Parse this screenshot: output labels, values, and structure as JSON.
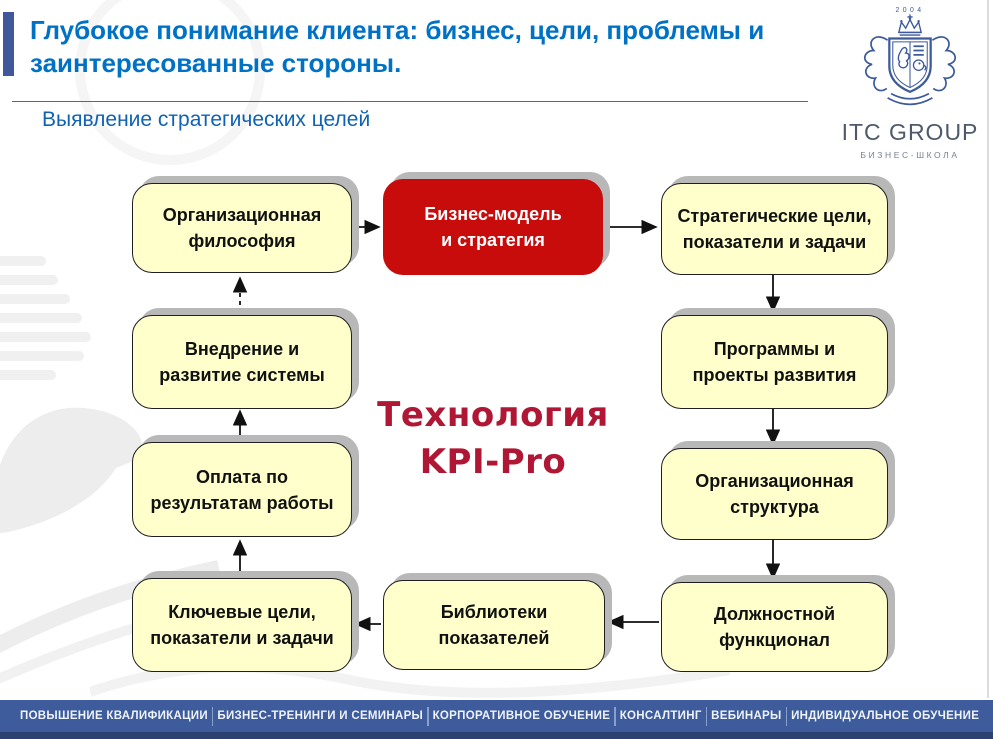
{
  "slide": {
    "title": "Глубокое понимание клиента: бизнес, цели, проблемы и\nзаинтересованные стороны.",
    "subtitle": "Выявление стратегических целей"
  },
  "logo": {
    "year": "2004",
    "name": "ITC GROUP",
    "tagline": "БИЗНЕС-ШКОЛА"
  },
  "diagram": {
    "center_label": "Технология\nKPI-Pro",
    "boxes": [
      {
        "id": "org-philosophy",
        "label": "Организационная\nфилософия",
        "style": "yellow"
      },
      {
        "id": "business-model",
        "label": "Бизнес-модель\nи стратегия",
        "style": "red"
      },
      {
        "id": "strategic-goals",
        "label": "Стратегические цели,\nпоказатели и задачи",
        "style": "yellow"
      },
      {
        "id": "programs-projects",
        "label": "Программы и\nпроекты развития",
        "style": "yellow"
      },
      {
        "id": "org-structure",
        "label": "Организационная\nструктура",
        "style": "yellow"
      },
      {
        "id": "job-functional",
        "label": "Должностной\nфункционал",
        "style": "yellow"
      },
      {
        "id": "indicator-libraries",
        "label": "Библиотеки\nпоказателей",
        "style": "yellow"
      },
      {
        "id": "key-goals",
        "label": "Ключевые цели,\nпоказатели и задачи",
        "style": "yellow"
      },
      {
        "id": "pay-for-results",
        "label": "Оплата по\nрезультатам работы",
        "style": "yellow"
      },
      {
        "id": "implementation",
        "label": "Внедрение и\nразвитие системы",
        "style": "yellow"
      }
    ]
  },
  "footer": {
    "items": [
      "ПОВЫШЕНИЕ КВАЛИФИКАЦИИ",
      "БИЗНЕС-ТРЕНИНГИ И СЕМИНАРЫ",
      "КОРПОРАТИВНОЕ ОБУЧЕНИЕ",
      "КОНСАЛТИНГ",
      "ВЕБИНАРЫ",
      "ИНДИВИДУАЛЬНОЕ ОБУЧЕНИЕ"
    ]
  },
  "colors": {
    "title_blue": "#0072C6",
    "subtitle_blue": "#0F62B4",
    "accent_red_box": "#C80B0B",
    "center_text_red": "#AF1734",
    "box_yellow": "#FFFFCC",
    "footer_blue": "#3E5C9C",
    "footer_strip_blue": "#2B4170",
    "logo_blue": "#3C5A9C"
  }
}
